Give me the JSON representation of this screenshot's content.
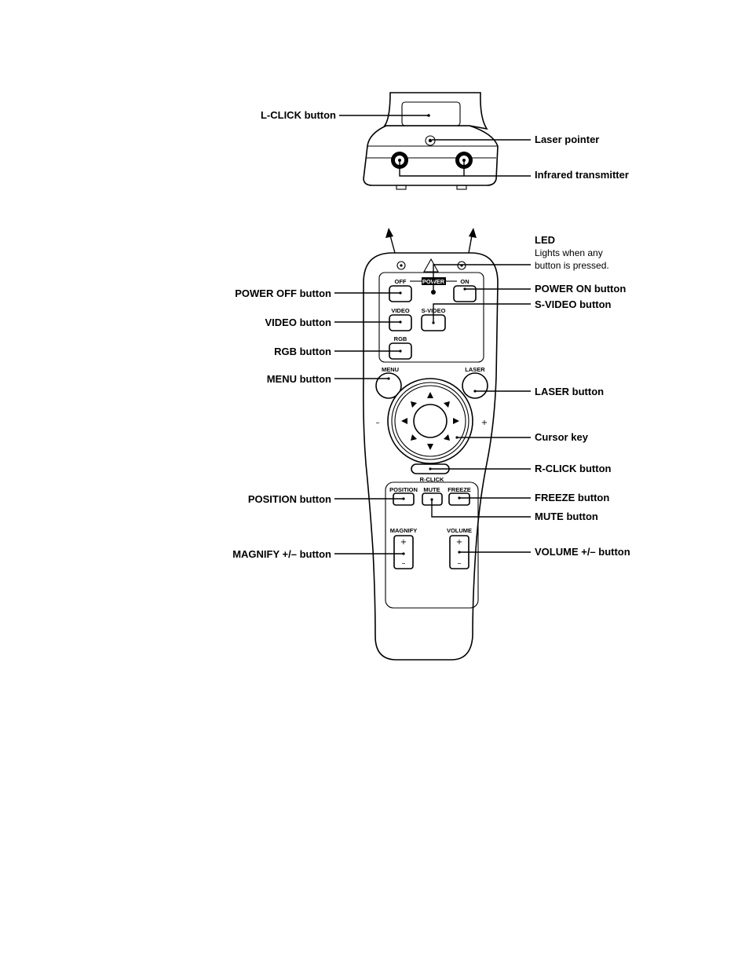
{
  "top_view": {
    "labels": {
      "l_click": "L-CLICK button",
      "laser_pointer": "Laser pointer",
      "infrared": "Infrared transmitter"
    }
  },
  "front_view": {
    "button_text": {
      "off": "OFF",
      "power": "POWER",
      "on": "ON",
      "video": "VIDEO",
      "svideo": "S-VIDEO",
      "rgb": "RGB",
      "menu": "MENU",
      "laser": "LASER",
      "rclick": "R-CLICK",
      "position": "POSITION",
      "mute": "MUTE",
      "freeze": "FREEZE",
      "magnify": "MAGNIFY",
      "volume": "VOLUME",
      "plus": "+",
      "minus": "–"
    },
    "labels": {
      "led_title": "LED",
      "led_line1": "Lights when any",
      "led_line2": "button is pressed.",
      "power_off": "POWER OFF button",
      "video": "VIDEO button",
      "rgb": "RGB button",
      "menu": "MENU button",
      "position": "POSITION button",
      "magnify": "MAGNIFY +/– button",
      "power_on": "POWER ON button",
      "svideo": "S-VIDEO button",
      "laser": "LASER button",
      "cursor": "Cursor key",
      "rclick": "R-CLICK button",
      "freeze": "FREEZE button",
      "mute": "MUTE button",
      "volume": "VOLUME +/– button"
    }
  }
}
